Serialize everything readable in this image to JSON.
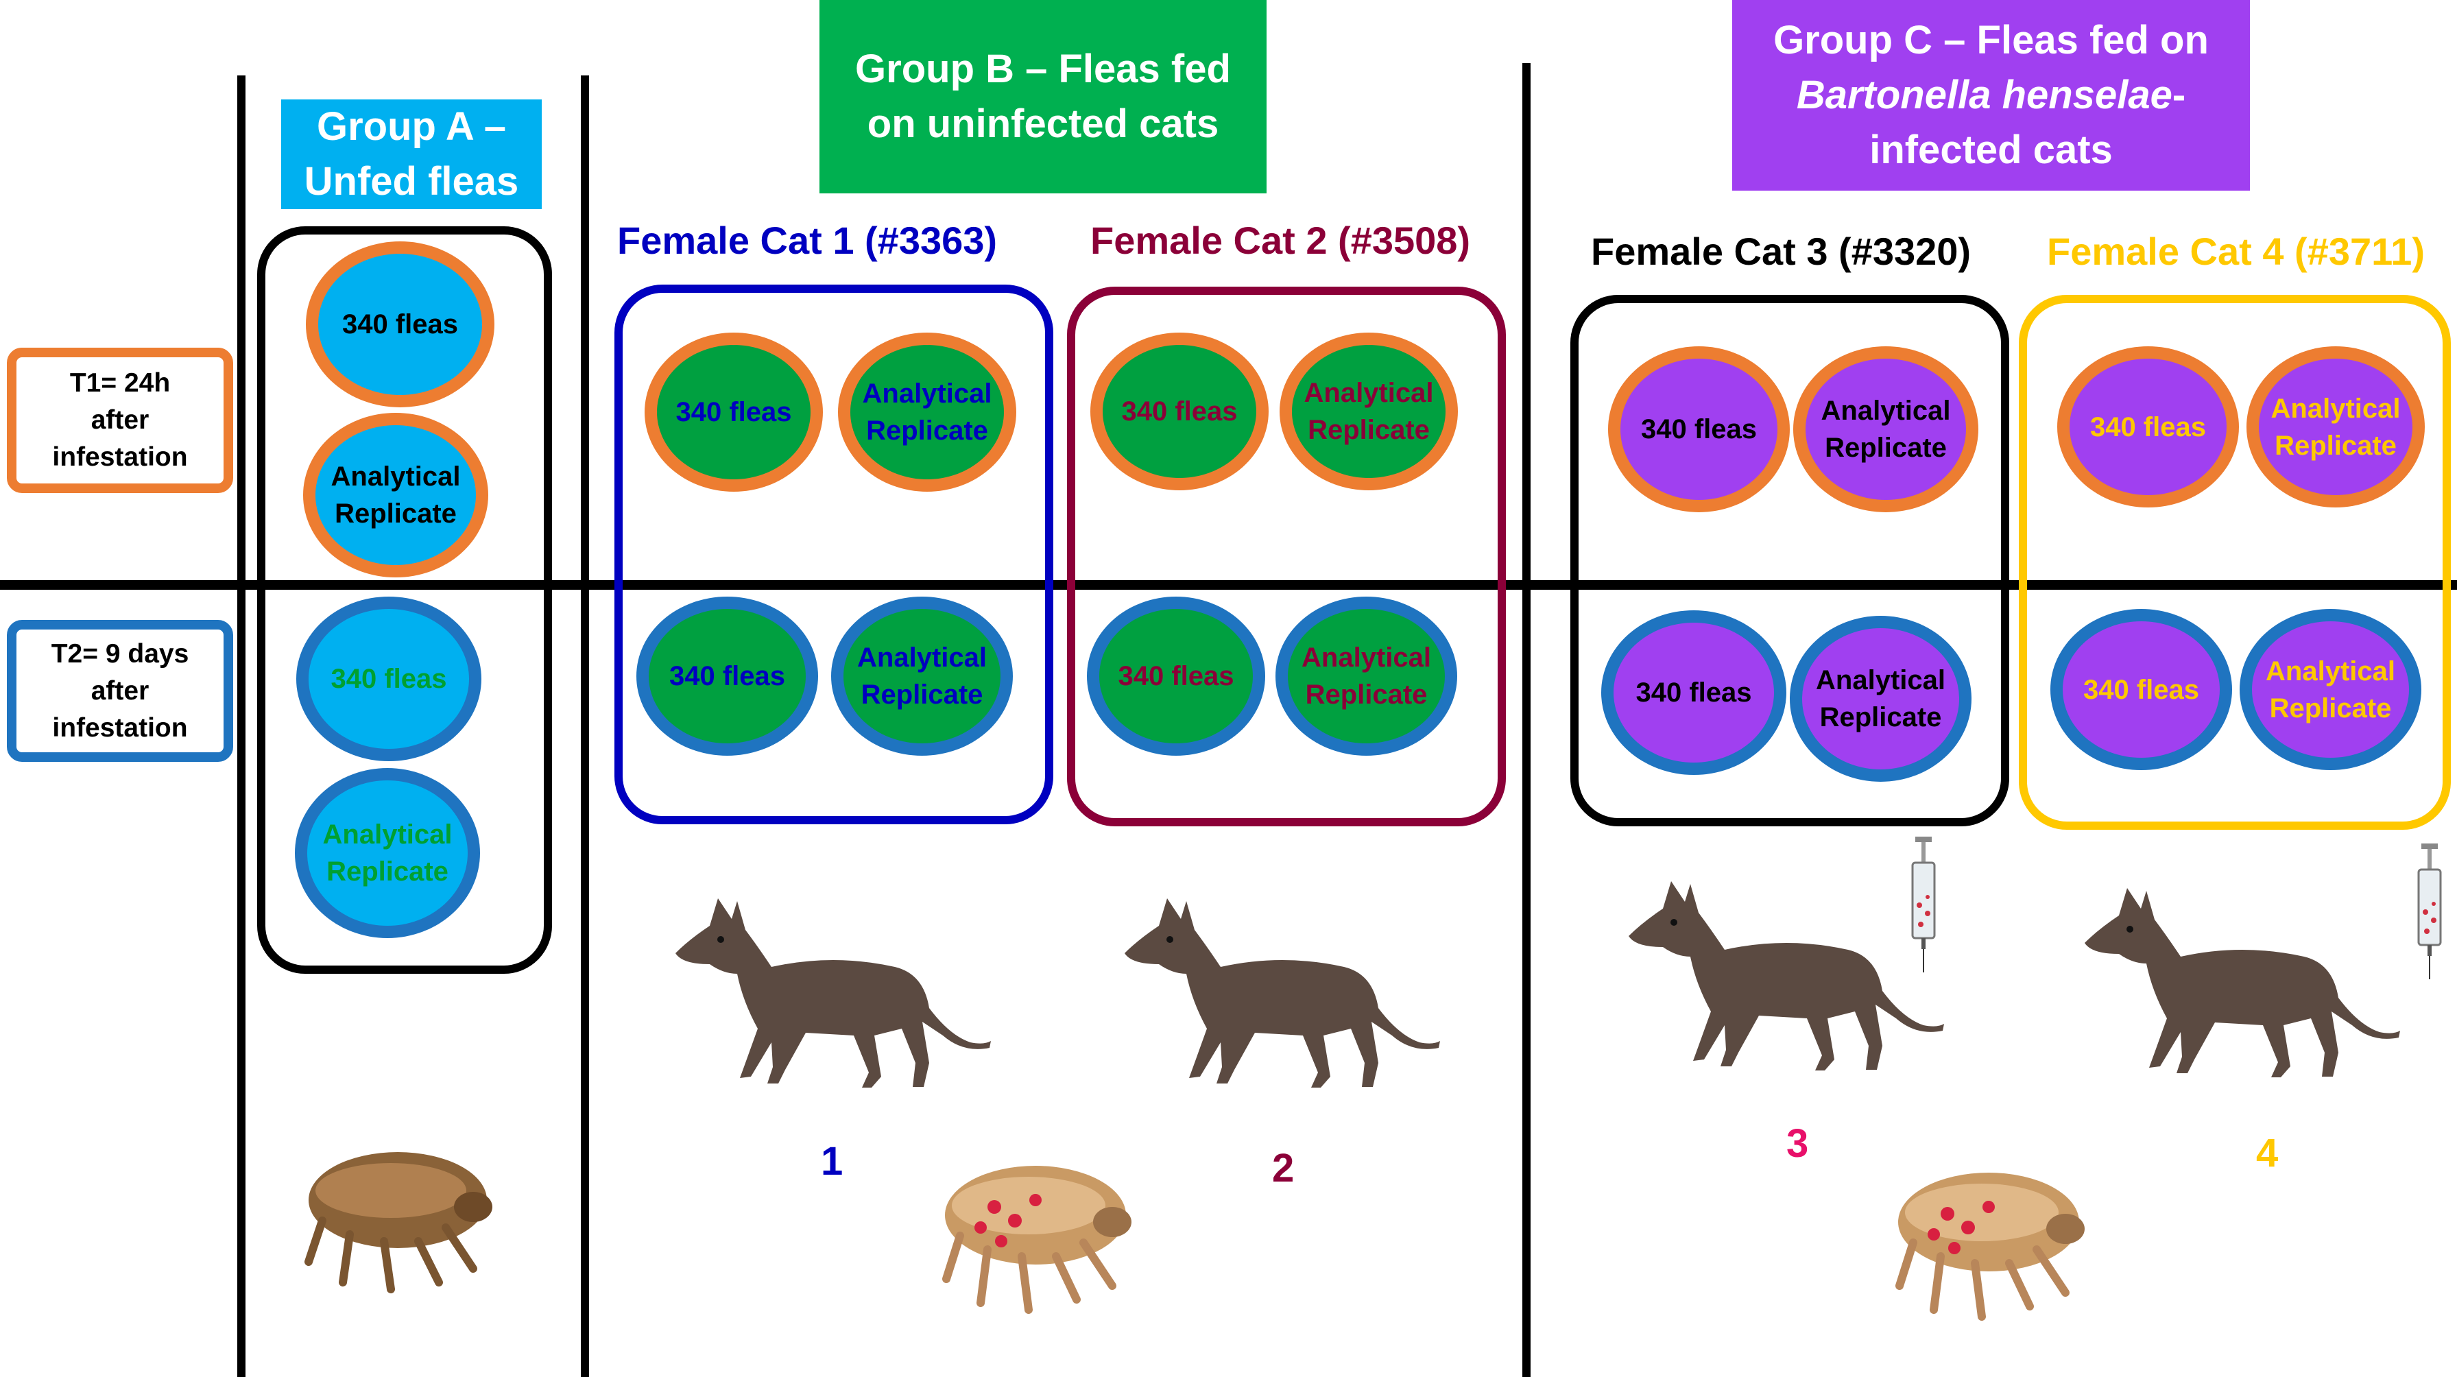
{
  "colors": {
    "group_a": "#00b0f0",
    "group_b": "#00b050",
    "group_c": "#a040f0",
    "t1": "#ed7d31",
    "t2": "#1f74c0",
    "cat1": "#0000c0",
    "cat2": "#8b0038",
    "cat3": "#000000",
    "cat4": "#ffc800",
    "num3": "#e8106a"
  },
  "timepoints": {
    "t1": [
      "T1= 24h",
      "after",
      "infestation"
    ],
    "t2": [
      "T2= 9 days",
      "after",
      "infestation"
    ]
  },
  "groups": {
    "a": [
      "Group A –",
      "Unfed fleas"
    ],
    "b": [
      "Group B – Fleas fed",
      "on uninfected cats"
    ],
    "c_line1": "Group C – Fleas fed on",
    "c_italic": "Bartonella henselae",
    "c_dash": "-",
    "c_line3": "infected cats"
  },
  "cats": {
    "cat1": "Female Cat 1 (#3363)",
    "cat2": "Female Cat 2 (#3508)",
    "cat3": "Female Cat 3 (#3320)",
    "cat4": "Female Cat 4 (#3711)"
  },
  "circles": {
    "fleas": "340 fleas",
    "rep_line1": "Analytical",
    "rep_line2": "Replicate"
  },
  "numbers": {
    "n1": "1",
    "n2": "2",
    "n3": "3",
    "n4": "4"
  },
  "icons": [
    "cat-icon",
    "flea-icon",
    "syringe-icon"
  ]
}
